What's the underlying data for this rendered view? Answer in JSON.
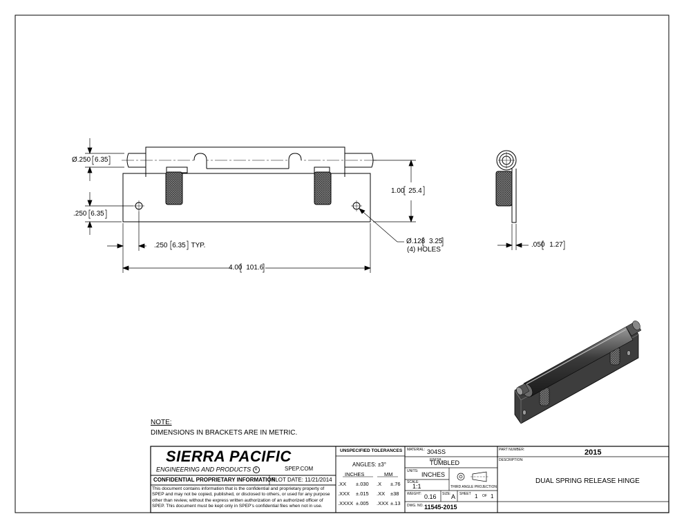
{
  "front_view": {
    "pin_diameter": "Ø.250",
    "pin_diameter_mm": "6.35",
    "hole_offset": ".250",
    "hole_offset_mm": "6.35",
    "hole_edge": ".250",
    "hole_edge_mm": "6.35",
    "hole_edge_suffix": "TYP.",
    "height": "1.00",
    "height_mm": "25.4",
    "hole_dia": "Ø.128",
    "hole_dia_mm": "3.25",
    "hole_count": "(4) HOLES",
    "length": "4.00",
    "length_mm": "101.6"
  },
  "side_view": {
    "thickness": ".050",
    "thickness_mm": "1.27"
  },
  "note": {
    "heading": "NOTE:",
    "text": "DIMENSIONS IN BRACKETS ARE IN METRIC."
  },
  "title_block": {
    "company_name": "SIERRA PACIFIC",
    "company_sub": "ENGINEERING AND PRODUCTS",
    "registered": "R",
    "website": "SPEP.COM",
    "confidential_heading": "CONFIDENTIAL PROPRIETARY INFORMATION",
    "plot_date": "PLOT DATE: 11/21/2014",
    "confidential_text": "This document contains information that is the confidential and proprietary property of SPEP and may not be copied, published, or disclosed to others, or used for any purpose other than review, without the express written authorization of an authorized officer of SPEP. This document must be kept only in SPEP's confidential files when not in use.",
    "tolerances_heading": "UNSPECIFIED TOLERANCES",
    "angles": "ANGLES: ±3°",
    "inches_header": "INCHES",
    "mm_header": "MM",
    "tolerances": [
      {
        "in_place": ".XX",
        "in_tol": "±.030",
        "mm_place": ".X",
        "mm_tol": "±.76"
      },
      {
        "in_place": ".XXX",
        "in_tol": "±.015",
        "mm_place": ".XX",
        "mm_tol": "±38"
      },
      {
        "in_place": ".XXXX",
        "in_tol": "±.005",
        "mm_place": ".XXX",
        "mm_tol": "±.13"
      }
    ],
    "material_label": "MATERIAL:",
    "material": "304SS",
    "finish_label": "FINISH:",
    "finish": "TUMBLED",
    "units_label": "UNITS:",
    "units": "INCHES",
    "projection": "THIRD ANGLE PROJECTION",
    "scale_label": "SCALE:",
    "scale": "1:1",
    "weight_label": "WEIGHT:",
    "weight": "0.16",
    "size_label": "SIZE:",
    "size": "A",
    "sheet_label": "SHEET",
    "sheet": "1",
    "of_label": "OF",
    "sheet_total": "1",
    "dwg_label": "DWG. NO.",
    "dwg_no": "11545-2015",
    "part_number_label": "PART NUMBER:",
    "part_number": "2015",
    "description_label": "DESCRIPTION:",
    "description": "DUAL SPRING RELEASE HINGE"
  },
  "colors": {
    "line": "#000000",
    "paper": "#ffffff",
    "knurl": "#2a2a2a",
    "iso_body": "#3d3d3d",
    "iso_light": "#8a8a8a"
  }
}
